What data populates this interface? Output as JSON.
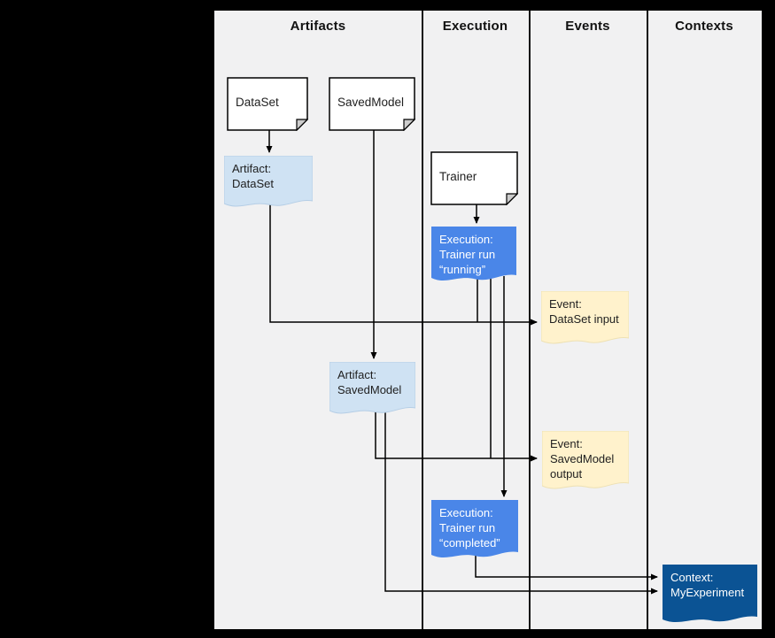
{
  "diagram": {
    "lanes": [
      {
        "title": "Artifacts"
      },
      {
        "title": "Execution"
      },
      {
        "title": "Events"
      },
      {
        "title": "Contexts"
      }
    ],
    "colors": {
      "panel_background": "#f1f1f2",
      "line": "#000000",
      "document_fill": "#ffffff",
      "document_fold_fill": "#cccccc",
      "artifact_fill": "#cfe2f3",
      "artifact_border": "#b5cee6",
      "execution_fill": "#4a86e8",
      "event_fill": "#fff2cc",
      "event_border": "#eee1b3",
      "context_fill": "#0b5394",
      "light_text": "#ffffff",
      "dark_text": "#1f1f1f"
    },
    "nodes": {
      "dataset": {
        "label": "DataSet"
      },
      "savedmodel": {
        "label": "SavedModel"
      },
      "trainer": {
        "label": "Trainer"
      },
      "artifact_dataset": {
        "label": "Artifact:\nDataSet"
      },
      "execution_running": {
        "label": "Execution:\nTrainer run\n“running”"
      },
      "event_dataset_input": {
        "label": "Event:\nDataSet input"
      },
      "artifact_savedmodel": {
        "label": "Artifact:\nSavedModel"
      },
      "event_savedmodel_output": {
        "label": "Event:\nSavedModel\noutput"
      },
      "execution_completed": {
        "label": "Execution:\nTrainer run\n“completed”"
      },
      "context_myexperiment": {
        "label": "Context:\nMyExperiment"
      }
    }
  }
}
